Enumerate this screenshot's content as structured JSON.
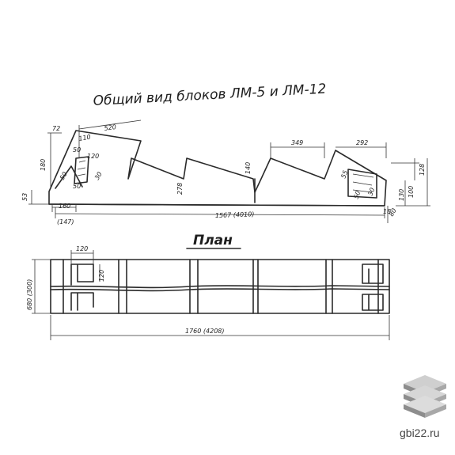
{
  "title": "Общий вид блоков ЛМ-5 и ЛМ-12",
  "plan_title": "План",
  "side_view": {
    "dims": {
      "top_width": "520",
      "left_offset": "72",
      "step_110": "110",
      "step_50": "50",
      "step_120": "120",
      "height_180": "180",
      "small_50": "50",
      "small_30": "30",
      "hatch_50": "50",
      "left_53": "53",
      "bottom_160": "160",
      "bottom_147": "(147)",
      "mid_278": "278",
      "mid_140": "140",
      "right_349": "349",
      "right_292": "292",
      "right_128": "128",
      "right_100": "100",
      "right_130": "130",
      "right_55": "55",
      "right_50": "50",
      "right_30": "30",
      "right_18": "18",
      "right_80": "80",
      "length": "1567 (4010)"
    }
  },
  "plan_view": {
    "dims": {
      "hole_120_top": "120",
      "hole_120_side": "120",
      "width": "680 (300)",
      "length": "1760 (4208)"
    }
  },
  "watermark": {
    "text": "gbi22.ru",
    "icon": "stacked-slabs-logo"
  }
}
